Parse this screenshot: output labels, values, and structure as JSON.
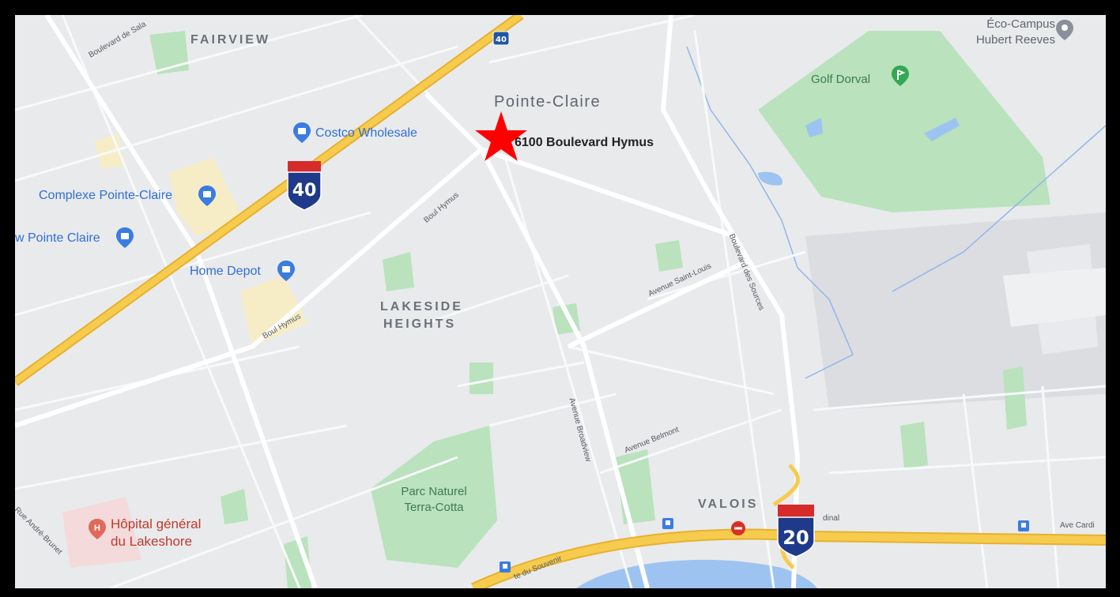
{
  "map": {
    "neighborhoods": {
      "fairview": "FAIRVIEW",
      "lakeside_line1": "LAKESIDE",
      "lakeside_line2": "HEIGHTS",
      "valois": "VALOIS",
      "pointe_claire": "Pointe-Claire"
    },
    "marker": {
      "address": "6100 Boulevard Hymus",
      "icon": "red-star-icon",
      "color": "#ff0000"
    },
    "pois": {
      "costco": "Costco Wholesale",
      "complexe": "Complexe Pointe-Claire",
      "pointe_claire_mall": "w Pointe Claire",
      "home_depot": "Home Depot",
      "golf_dorval": "Golf Dorval",
      "eco_campus_line1": "Éco-Campus",
      "eco_campus_line2": "Hubert Reeves",
      "parc_line1": "Parc Naturel",
      "parc_line2": "Terra-Cotta",
      "hopital_line1": "Hôpital général",
      "hopital_line2": "du Lakeshore"
    },
    "streets": {
      "boul_salaberry": "Boulevard de Sala",
      "boul_hymus_1": "Boul Hymus",
      "boul_hymus_2": "Boul Hymus",
      "avenue_saint_louis": "Avenue Saint-Louis",
      "boulevard_des_sources": "Boulevard des Sources",
      "avenue_broadview": "Avenue Broadview",
      "avenue_belmont": "Avenue Belmont",
      "rue_andre_brunet": "Rue André-Brunet",
      "route_souvenir": "te du Souvenir",
      "cardinal_1": "dinal",
      "cardinal_2": "Ave Cardi"
    },
    "highways": {
      "a40_small": "40",
      "a40_shield": "40",
      "a20_shield": "20"
    },
    "colors": {
      "land": "#e9eaec",
      "park": "#b9e2bd",
      "commercial": "#f6edc7",
      "highway": "#f5c342",
      "water": "#9dc4f1",
      "airport": "#dcdde0",
      "star": "#ff0000"
    }
  }
}
